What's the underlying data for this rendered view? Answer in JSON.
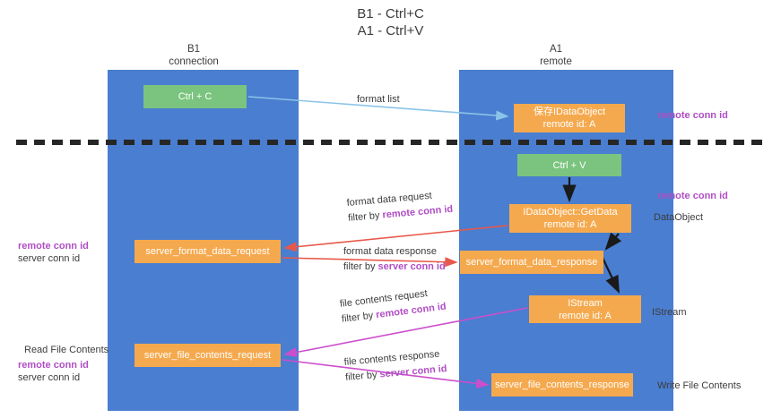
{
  "title": {
    "line1": "B1 - Ctrl+C",
    "line2": "A1 - Ctrl+V"
  },
  "columns": [
    {
      "id": "b1",
      "name": "B1",
      "role": "connection"
    },
    {
      "id": "a1",
      "name": "A1",
      "role": "remote"
    }
  ],
  "nodes": {
    "ctrl_c": {
      "label": "Ctrl + C",
      "color": "#7bc47f"
    },
    "idataobject": {
      "line1": "保存IDataObject",
      "line2": "remote id: A",
      "color": "#f5a94e"
    },
    "ctrl_v": {
      "label": "Ctrl + V",
      "color": "#7bc47f"
    },
    "getdata": {
      "line1": "IDataObject::GetData",
      "line2": "remote id: A",
      "color": "#f5a94e"
    },
    "format_data_request": {
      "label": "server_format_data_request",
      "color": "#f5a94e"
    },
    "format_data_response": {
      "label": "server_format_data_response",
      "color": "#f5a94e"
    },
    "istream": {
      "line1": "IStream",
      "line2": "remote id: A",
      "color": "#f5a94e"
    },
    "file_contents_request": {
      "label": "server_file_contents_request",
      "color": "#f5a94e"
    },
    "file_contents_response": {
      "label": "server_file_contents_response",
      "color": "#f5a94e"
    }
  },
  "edges": {
    "format_list": {
      "label": "format list"
    },
    "format_data_request": {
      "label": "format data request",
      "filter_prefix": "filter by ",
      "filter_key": "remote conn id"
    },
    "format_data_response": {
      "label": "format data response",
      "filter_prefix": "filter by ",
      "filter_key": "server conn id"
    },
    "file_contents_request": {
      "label": "file contents request",
      "filter_prefix": "filter by ",
      "filter_key": "remote conn id"
    },
    "file_contents_response": {
      "label": "file contents response",
      "filter_prefix": "filter by ",
      "filter_key": "server conn id"
    }
  },
  "annotations": {
    "remote_conn_id_top": "remote conn id",
    "remote_conn_id_mid": "remote conn id",
    "dataobject": "DataObject",
    "istream": "IStream",
    "write_file_contents": "Write File Contents",
    "read_file_contents": "Read File Contents",
    "left_mid": {
      "remote": "remote conn id",
      "server": "server conn id"
    },
    "left_bottom": {
      "remote": "remote conn id",
      "server": "server conn id"
    }
  },
  "colors": {
    "lane": "#4a7ed0",
    "green_node": "#7bc47f",
    "orange_node": "#f5a94e",
    "purple_text": "#b04ec4",
    "green_text": "#56b36b",
    "blue_arrow": "#8bc4e8",
    "red_arrow": "#e8584a",
    "magenta_arrow": "#cc4ecc",
    "dark_arrow": "#1a1a1a"
  }
}
